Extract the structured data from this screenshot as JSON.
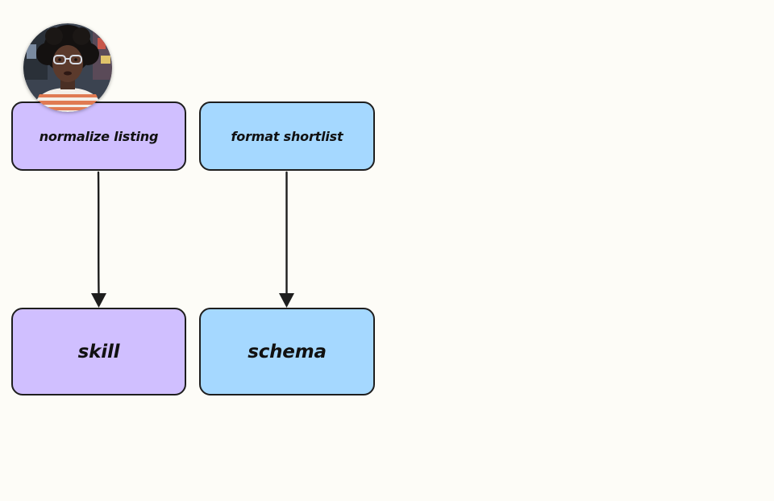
{
  "diagram": {
    "nodes": [
      {
        "id": "normalize",
        "label": "normalize listing",
        "color": "#d0bfff"
      },
      {
        "id": "format",
        "label": "format shortlist",
        "color": "#a5d8ff"
      },
      {
        "id": "skill",
        "label": "skill",
        "color": "#d0bfff"
      },
      {
        "id": "schema",
        "label": "schema",
        "color": "#a5d8ff"
      }
    ],
    "edges": [
      {
        "from": "normalize",
        "to": "skill"
      },
      {
        "from": "format",
        "to": "schema"
      }
    ]
  },
  "avatar": {
    "description_icon": "presenter-webcam-avatar"
  },
  "colors": {
    "background": "#fdfcf7",
    "stroke": "#1e1e1e",
    "purple": "#d0bfff",
    "blue": "#a5d8ff"
  }
}
